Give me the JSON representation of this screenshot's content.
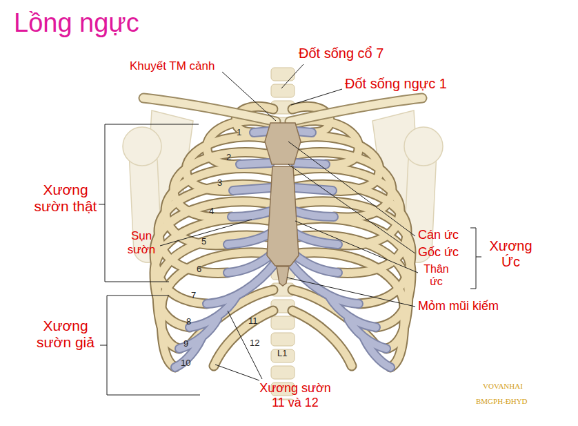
{
  "diagram": {
    "title": "Lồng ngực",
    "labels": [
      "Khuyết TM cảnh",
      "Đốt sống cổ 7",
      "Đốt sống ngực 1",
      "Xương sườn thật",
      "Sụn sườn",
      "1",
      "2",
      "3",
      "4",
      "5",
      "6",
      "7",
      "8",
      "9",
      "10",
      "11",
      "12",
      "Cán ức",
      "Gốc ức",
      "Thân ức",
      "Xương Ức",
      "Mỏm mũi kiếm",
      "Xương sườn giả",
      "L1",
      "Xương sườn 11 và 12",
      "VOVANHAI",
      "BMGPH-ĐHYD"
    ]
  }
}
